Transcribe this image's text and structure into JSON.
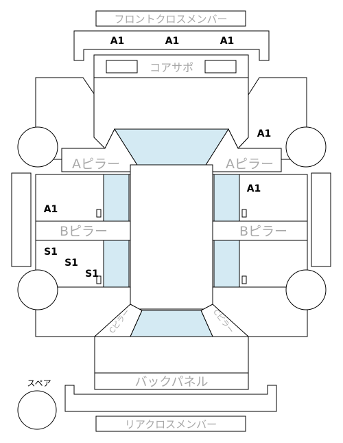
{
  "labels": {
    "front_cross_member": "フロントクロスメンバー",
    "core_support": "コアサポ",
    "a_pillar": "Aピラー",
    "b_pillar": "Bピラー",
    "c_pillar": "Cピラー",
    "back_panel": "バックパネル",
    "rear_cross_member": "リアクロスメンバー",
    "spare": "スペア"
  },
  "marks": {
    "front_1": "A1",
    "front_2": "A1",
    "front_3": "A1",
    "right_front_wheelhouse": "A1",
    "right_front_door": "A1",
    "left_front_door": "A1",
    "left_rear_1": "S1",
    "left_rear_2": "S1",
    "left_rear_3": "S1"
  },
  "colors": {
    "line": "#000000",
    "label_gray": "#a8a8a8",
    "glass": "#d4eaf3"
  }
}
